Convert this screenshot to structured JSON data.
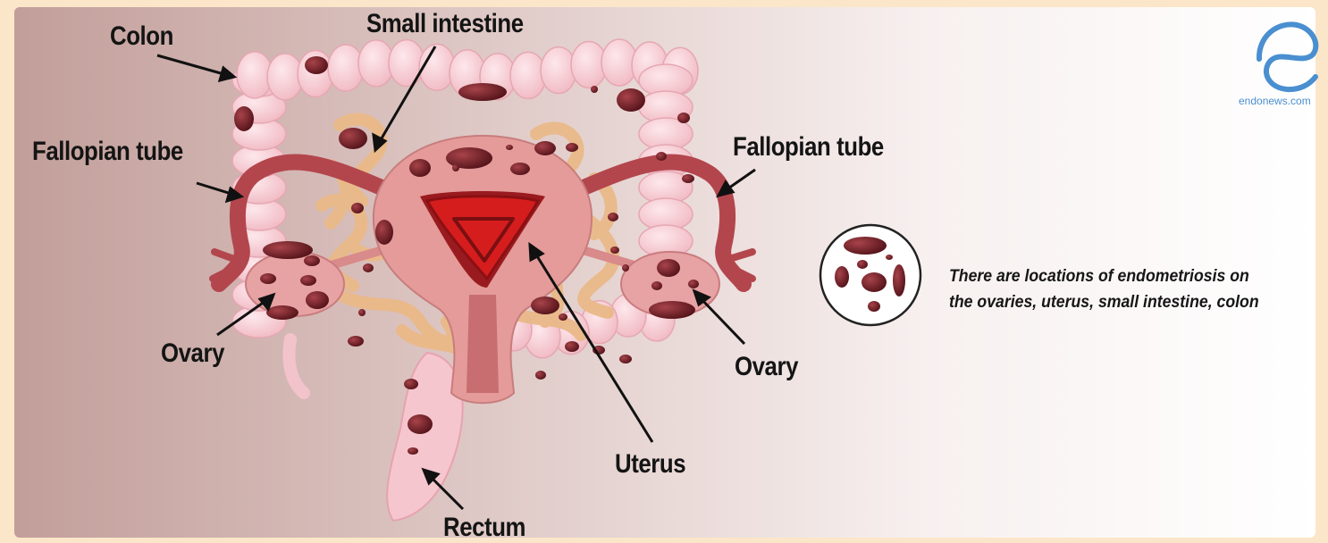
{
  "labels": {
    "colon": "Colon",
    "small_intestine": "Small intestine",
    "fallopian_tube_left": "Fallopian tube",
    "fallopian_tube_right": "Fallopian tube",
    "ovary_left": "Ovary",
    "ovary_right": "Ovary",
    "uterus": "Uterus",
    "rectum": "Rectum"
  },
  "caption": {
    "line1": "There are locations of endometriosis on",
    "line2": "the ovaries, uterus, small intestine, colon"
  },
  "logo": {
    "site": "endonews.com",
    "icon": "endonews-e-logo-icon"
  },
  "colors": {
    "frame": "#fbe6c9",
    "panel_left": "#c9a6a2",
    "panel_right": "#ffffff",
    "colon": "#f8cfd6",
    "intestine": "#f0c59c",
    "uterus": "#e39a98",
    "tube": "#b5474e",
    "lesion": "#6b1d24",
    "cavity": "#d81d1d",
    "logo_blue": "#4a8fd0"
  }
}
